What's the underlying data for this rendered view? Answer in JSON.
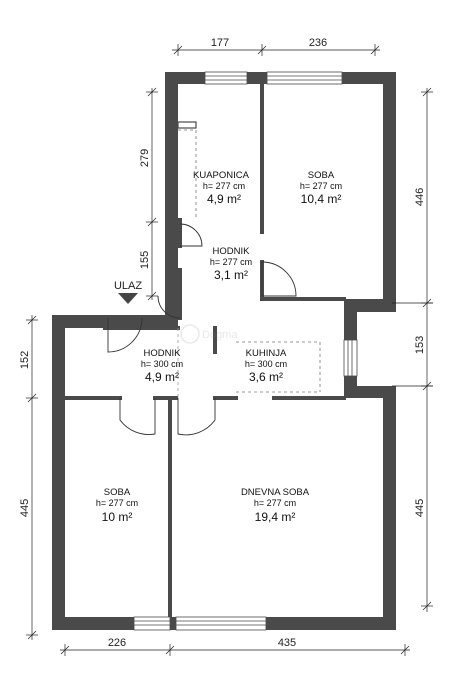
{
  "entrance": {
    "label": "ULAZ"
  },
  "rooms": [
    {
      "id": "kupaonica",
      "name": "KUAPONICA",
      "height": "h= 277 cm",
      "area": "4,9 m²"
    },
    {
      "id": "soba-top",
      "name": "SOBA",
      "height": "h= 277 cm",
      "area": "10,4 m²"
    },
    {
      "id": "hodnik-top",
      "name": "HODNIK",
      "height": "h= 277 cm",
      "area": "3,1 m²"
    },
    {
      "id": "hodnik-mid",
      "name": "HODNIK",
      "height": "h= 300 cm",
      "area": "4,9 m²"
    },
    {
      "id": "kuhinja",
      "name": "KUHINJA",
      "height": "h= 300 cm",
      "area": "3,6 m²"
    },
    {
      "id": "soba-bottom",
      "name": "SOBA",
      "height": "h= 277 cm",
      "area": "10 m²"
    },
    {
      "id": "dnevna-soba",
      "name": "DNEVNA SOBA",
      "height": "h= 277 cm",
      "area": "19,4 m²"
    }
  ],
  "dimensions": {
    "top": [
      "177",
      "236"
    ],
    "bottom": [
      "226",
      "435"
    ],
    "left": [
      "279",
      "155",
      "152",
      "445"
    ],
    "right": [
      "446",
      "153",
      "445"
    ]
  },
  "watermark": "Dogma"
}
